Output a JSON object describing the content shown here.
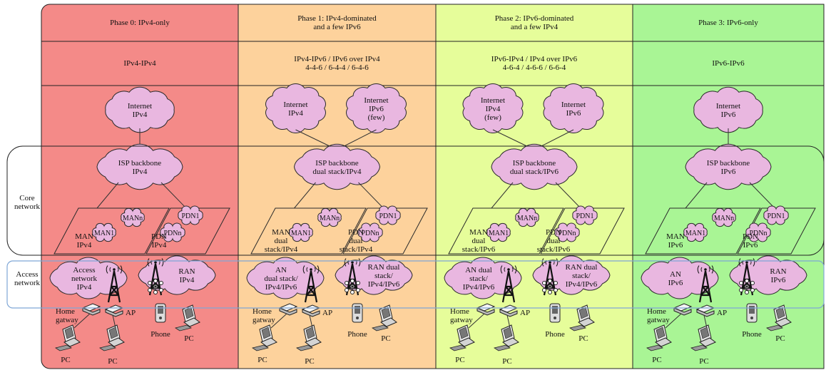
{
  "colors": {
    "phase0": "#f48a88",
    "phase1": "#fdd29c",
    "phase2": "#e6fd9a",
    "phase3": "#a9f595",
    "cloud": "#e9b7e0",
    "access_outline": "#7fa6d6",
    "core_outline": "#222222"
  },
  "row_labels": {
    "core": [
      "Core",
      "network"
    ],
    "access": [
      "Access",
      "network"
    ]
  },
  "phases": [
    {
      "title": [
        "Phase 0: IPv4-only"
      ],
      "tech": [
        "IPv4-IPv4"
      ],
      "internet": [
        [
          "Internet",
          "IPv4"
        ]
      ],
      "isp": [
        "ISP backbone",
        "IPv4"
      ],
      "man": [
        "MAN",
        "IPv4"
      ],
      "pdn": [
        "PDN",
        "IPv4"
      ],
      "man_cloud_a": "MANn",
      "man_cloud_b": "MAN1",
      "pdn_cloud_a": "PDN1",
      "pdn_cloud_b": "PDNn",
      "an": [
        "Access",
        "network",
        "IPv4"
      ],
      "ran": [
        "RAN",
        "IPv4"
      ],
      "devices": {
        "home": [
          "Home",
          "gatway"
        ],
        "ap": "AP",
        "phone": "Phone",
        "pc": "PC"
      }
    },
    {
      "title": [
        "Phase 1: IPv4-dominated",
        "and a few IPv6"
      ],
      "tech": [
        "IPv4-IPv6 / IPv6 over IPv4",
        "4-4-6 / 6-4-4 / 6-4-6"
      ],
      "internet": [
        [
          "Internet",
          "IPv4"
        ],
        [
          "Internet",
          "IPv6",
          "(few)"
        ]
      ],
      "isp": [
        "ISP backbone",
        "dual stack/IPv4"
      ],
      "man": [
        "MAN",
        "dual",
        "stack/IPv4"
      ],
      "pdn": [
        "PDN",
        "dual",
        "stack/IPv4"
      ],
      "man_cloud_a": "MANn",
      "man_cloud_b": "MAN1",
      "pdn_cloud_a": "PDN1",
      "pdn_cloud_b": "PDNn",
      "an": [
        "AN",
        "dual stack/",
        "IPv4/IPv6"
      ],
      "ran": [
        "RAN dual",
        "stack/",
        "IPv4/IPv6"
      ],
      "devices": {
        "home": [
          "Home",
          "gatway"
        ],
        "ap": "AP",
        "phone": "Phone",
        "pc": "PC"
      }
    },
    {
      "title": [
        "Phase 2: IPv6-dominated",
        "and a few IPv4"
      ],
      "tech": [
        "IPv6-IPv4 / IPv4 over IPv6",
        "4-6-4 / 4-6-6 / 6-6-4"
      ],
      "internet": [
        [
          "Internet",
          "IPv4",
          "(few)"
        ],
        [
          "Internet",
          "IPv6"
        ]
      ],
      "isp": [
        "ISP backbone",
        "dual stack/IPv6"
      ],
      "man": [
        "MAN",
        "dual",
        "stack/IPv6"
      ],
      "pdn": [
        "PDN",
        "dual",
        "stack/IPv6"
      ],
      "man_cloud_a": "MANn",
      "man_cloud_b": "MAN1",
      "pdn_cloud_a": "PDN1",
      "pdn_cloud_b": "PDNn",
      "an": [
        "AN dual",
        "stack/",
        "IPv4/IPv6"
      ],
      "ran": [
        "RAN dual",
        "stack/",
        "IPv4/IPv6"
      ],
      "devices": {
        "home": [
          "Home",
          "gatway"
        ],
        "ap": "AP",
        "phone": "Phone",
        "pc": "PC"
      }
    },
    {
      "title": [
        "Phase 3: IPv6-only"
      ],
      "tech": [
        "IPv6-IPv6"
      ],
      "internet": [
        [
          "Internet",
          "IPv6"
        ]
      ],
      "isp": [
        "ISP backbone",
        "IPv6"
      ],
      "man": [
        "MAN",
        "IPv6"
      ],
      "pdn": [
        "PDN",
        "IPv6"
      ],
      "man_cloud_a": "MANn",
      "man_cloud_b": "MAN1",
      "pdn_cloud_a": "PDN1",
      "pdn_cloud_b": "PDNn",
      "an": [
        "AN",
        "IPv6"
      ],
      "ran": [
        "RAN",
        "IPv6"
      ],
      "devices": {
        "home": [
          "Home",
          "gatway"
        ],
        "ap": "AP",
        "phone": "Phone",
        "pc": "PC"
      }
    }
  ]
}
